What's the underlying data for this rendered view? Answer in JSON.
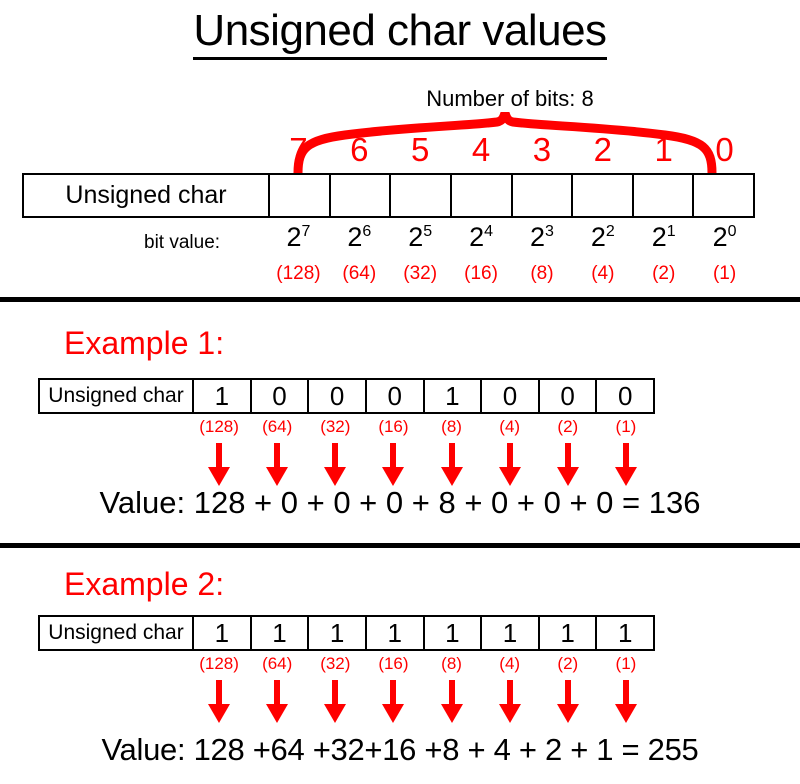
{
  "title": "Unsigned char values",
  "colors": {
    "accent_red": "#FF0000",
    "text_black": "#000000",
    "background": "#FFFFFF"
  },
  "header": {
    "bits_count_label": "Number of bits: 8",
    "brace_icon": "curly-brace-red",
    "row_label": "Unsigned char",
    "bit_indices": [
      "7",
      "6",
      "5",
      "4",
      "3",
      "2",
      "1",
      "0"
    ],
    "bit_value_label": "bit value:",
    "powers_base": "2",
    "powers_exponents": [
      "7",
      "6",
      "5",
      "4",
      "3",
      "2",
      "1",
      "0"
    ],
    "decimal_values": [
      "(128)",
      "(64)",
      "(32)",
      "(16)",
      "(8)",
      "(4)",
      "(2)",
      "(1)"
    ],
    "cells": [
      "",
      "",
      "",
      "",
      "",
      "",
      "",
      ""
    ]
  },
  "example1": {
    "heading": "Example 1:",
    "row_label": "Unsigned char",
    "bits": [
      "1",
      "0",
      "0",
      "0",
      "1",
      "0",
      "0",
      "0"
    ],
    "decimal_values": [
      "(128)",
      "(64)",
      "(32)",
      "(16)",
      "(8)",
      "(4)",
      "(2)",
      "(1)"
    ],
    "arrow_icon": "down-arrow-red",
    "value_line": "Value: 128 + 0 + 0 + 0 + 8 +  0 + 0 + 0 = 136",
    "value_result": "136"
  },
  "example2": {
    "heading": "Example 2:",
    "row_label": "Unsigned char",
    "bits": [
      "1",
      "1",
      "1",
      "1",
      "1",
      "1",
      "1",
      "1"
    ],
    "decimal_values": [
      "(128)",
      "(64)",
      "(32)",
      "(16)",
      "(8)",
      "(4)",
      "(2)",
      "(1)"
    ],
    "arrow_icon": "down-arrow-red",
    "value_line": "Value: 128 +64 +32+16 +8 + 4 + 2 + 1 = 255",
    "value_result": "255"
  }
}
